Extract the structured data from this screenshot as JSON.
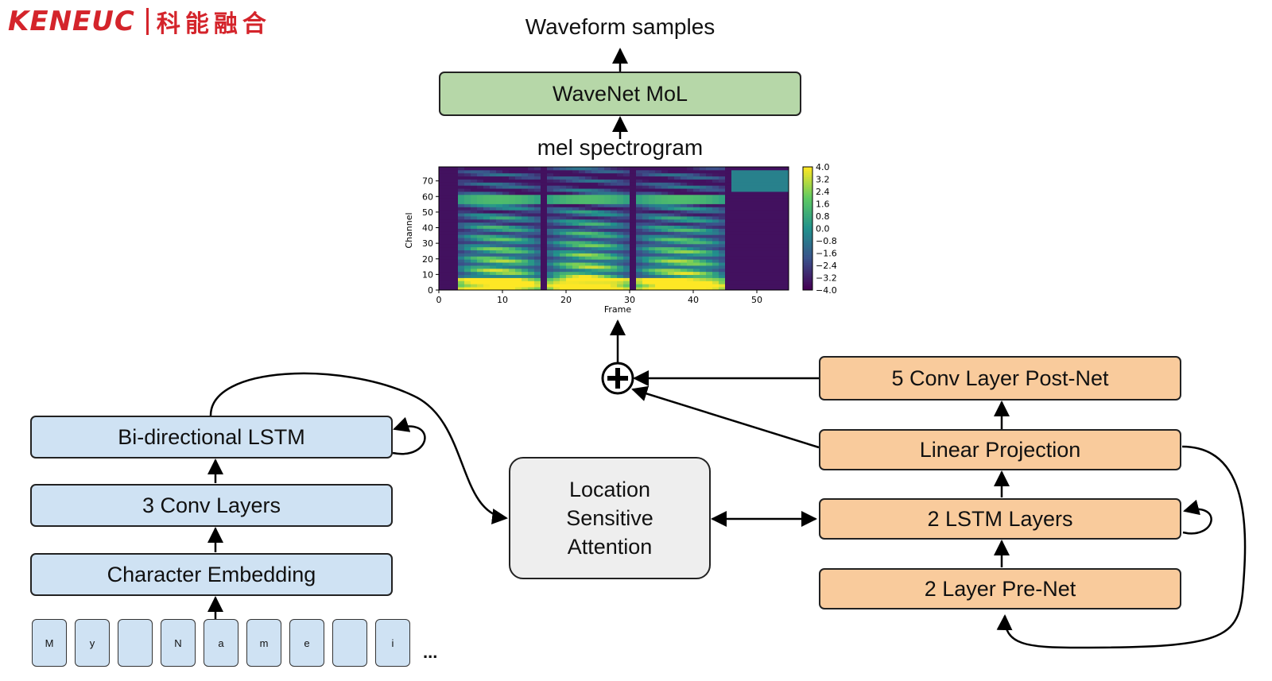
{
  "logo": {
    "latin": "KENEUC",
    "chinese": "科能融合"
  },
  "output_label": "Waveform samples",
  "wavenet_label": "WaveNet MoL",
  "mel_label": "mel spectrogram",
  "encoder": {
    "lstm": "Bi-directional LSTM",
    "conv": "3 Conv Layers",
    "embedding": "Character Embedding",
    "characters": [
      "M",
      "y",
      "",
      "N",
      "a",
      "m",
      "e",
      "",
      "i"
    ],
    "ellipsis": "..."
  },
  "attention": {
    "line1": "Location",
    "line2": "Sensitive",
    "line3": "Attention"
  },
  "decoder": {
    "postnet": "5 Conv Layer Post-Net",
    "linear": "Linear Projection",
    "lstm": "2 LSTM Layers",
    "prenet": "2 Layer Pre-Net"
  },
  "icons": {
    "sum": "plus-circle-icon"
  },
  "colors": {
    "encoder": "#cfe2f3",
    "decoder": "#f9cb9c",
    "wavenet": "#b6d7a8",
    "attention": "#eeeeee",
    "logo": "#d4242b"
  },
  "chart_data": {
    "type": "heatmap",
    "xlabel": "Frame",
    "ylabel": "Channel",
    "xlim": [
      0,
      55
    ],
    "ylim": [
      0,
      79
    ],
    "xticks": [
      0,
      10,
      20,
      30,
      40,
      50
    ],
    "yticks": [
      0,
      10,
      20,
      30,
      40,
      50,
      60,
      70
    ],
    "colorbar": {
      "min": -4.0,
      "max": 4.0,
      "ticks": [
        "4.0",
        "3.2",
        "2.4",
        "1.6",
        "0.8",
        "0.0",
        "−0.8",
        "−1.6",
        "−2.4",
        "−3.2",
        "−4.0"
      ]
    },
    "colormap": "viridis"
  }
}
